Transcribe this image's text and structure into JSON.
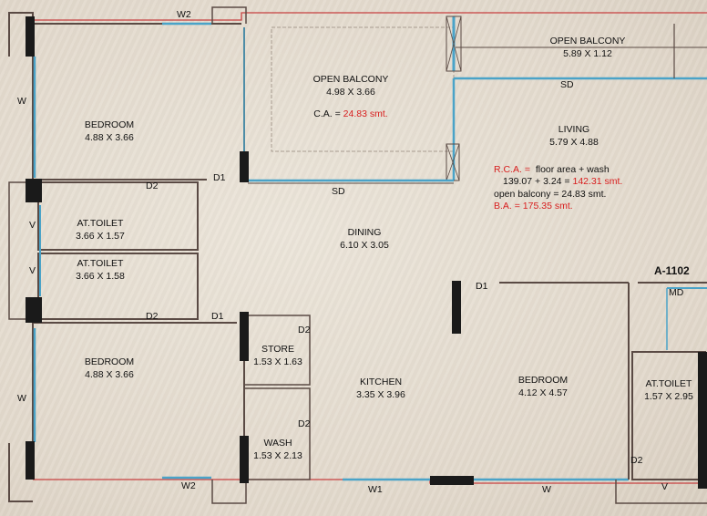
{
  "rooms": {
    "bedroom_top_left": {
      "name": "BEDROOM",
      "size": "4.88 X 3.66"
    },
    "open_balcony_mid": {
      "name": "OPEN BALCONY",
      "size": "4.98 X 3.66",
      "ca_prefix": "C.A. = ",
      "ca_value": "24.83 smt."
    },
    "open_balcony_right": {
      "name": "OPEN BALCONY",
      "size": "5.89 X 1.12"
    },
    "living": {
      "name": "LIVING",
      "size": "5.79 X 4.88"
    },
    "toilet_1": {
      "name": "AT.TOILET",
      "size": "3.66 X 1.57"
    },
    "toilet_2": {
      "name": "AT.TOILET",
      "size": "3.66 X 1.58"
    },
    "dining": {
      "name": "DINING",
      "size": "6.10 X 3.05"
    },
    "bedroom_bottom_left": {
      "name": "BEDROOM",
      "size": "4.88 X 3.66"
    },
    "store": {
      "name": "STORE",
      "size": "1.53 X 1.63"
    },
    "wash": {
      "name": "WASH",
      "size": "1.53 X 2.13"
    },
    "kitchen": {
      "name": "KITCHEN",
      "size": "3.35 X 3.96"
    },
    "bedroom_bottom_right": {
      "name": "BEDROOM",
      "size": "4.12 X 4.57"
    },
    "toilet_right": {
      "name": "AT.TOILET",
      "size": "1.57 X 2.95"
    }
  },
  "areas": {
    "rca_label": "R.C.A. =",
    "rca_formula": "floor area +  wash",
    "rca_calc": "139.07 + 3.24 = ",
    "rca_value": "142.31 smt.",
    "balcony_line": "open balcony = 24.83 smt.",
    "ba_label": "B.A. =  175.35 smt."
  },
  "unit_id": "A-1102",
  "openings": {
    "w2_top": "W2",
    "w_left_top": "W",
    "v_1": "V",
    "v_2": "V",
    "w_left_bottom": "W",
    "w2_bottom": "W2",
    "w1_bottom": "W1",
    "w_bottom_right": "W",
    "v_bottom_right": "V",
    "sd_balcony": "SD",
    "sd_dining": "SD",
    "d1_top": "D1",
    "d2_toilet1": "D2",
    "d2_toilet2": "D2",
    "d1_mid": "D1",
    "d2_store": "D2",
    "d2_wash": "D2",
    "d1_bedroom": "D1",
    "md": "MD",
    "d2_toilet_right": "D2"
  },
  "colors": {
    "wall": "#5a4a44",
    "window": "#4aa3c8",
    "exterior": "#c74040",
    "column": "#1a1a1a",
    "area_highlight": "#d81e1e"
  }
}
